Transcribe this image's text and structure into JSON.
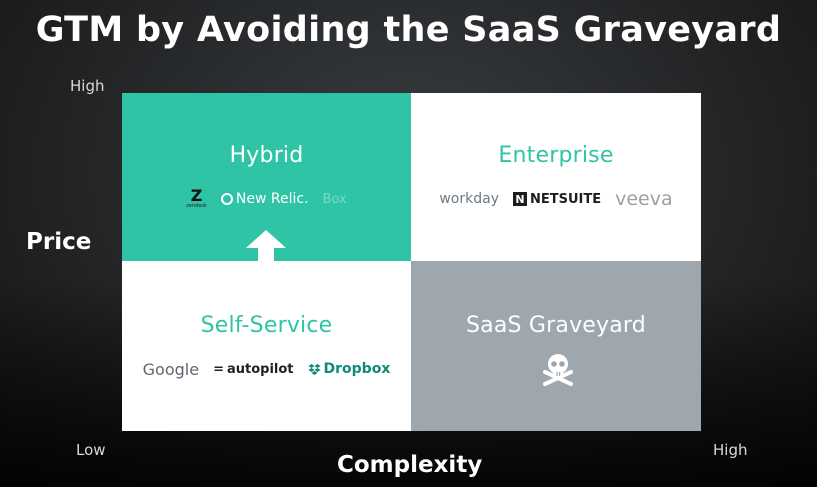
{
  "title": "GTM by Avoiding the SaaS Graveyard",
  "axes": {
    "y_label": "Price",
    "y_high": "High",
    "x_label": "Complexity",
    "x_low": "Low",
    "x_high": "High"
  },
  "quadrants": {
    "hybrid": {
      "label": "Hybrid",
      "logos": [
        "zendesk",
        "New Relic.",
        "Box"
      ],
      "color": "#2fc4a5"
    },
    "enterprise": {
      "label": "Enterprise",
      "logos": [
        "workday",
        "NETSUITE",
        "veeva"
      ],
      "color": "#ffffff"
    },
    "self_service": {
      "label": "Self-Service",
      "logos": [
        "Google",
        "autopilot",
        "Dropbox"
      ],
      "color": "#ffffff"
    },
    "graveyard": {
      "label": "SaaS Graveyard",
      "icon": "skull-crossbones-icon",
      "color": "#9ea7ad"
    }
  },
  "colors": {
    "accent": "#2fc4a5",
    "background": "#232527"
  }
}
